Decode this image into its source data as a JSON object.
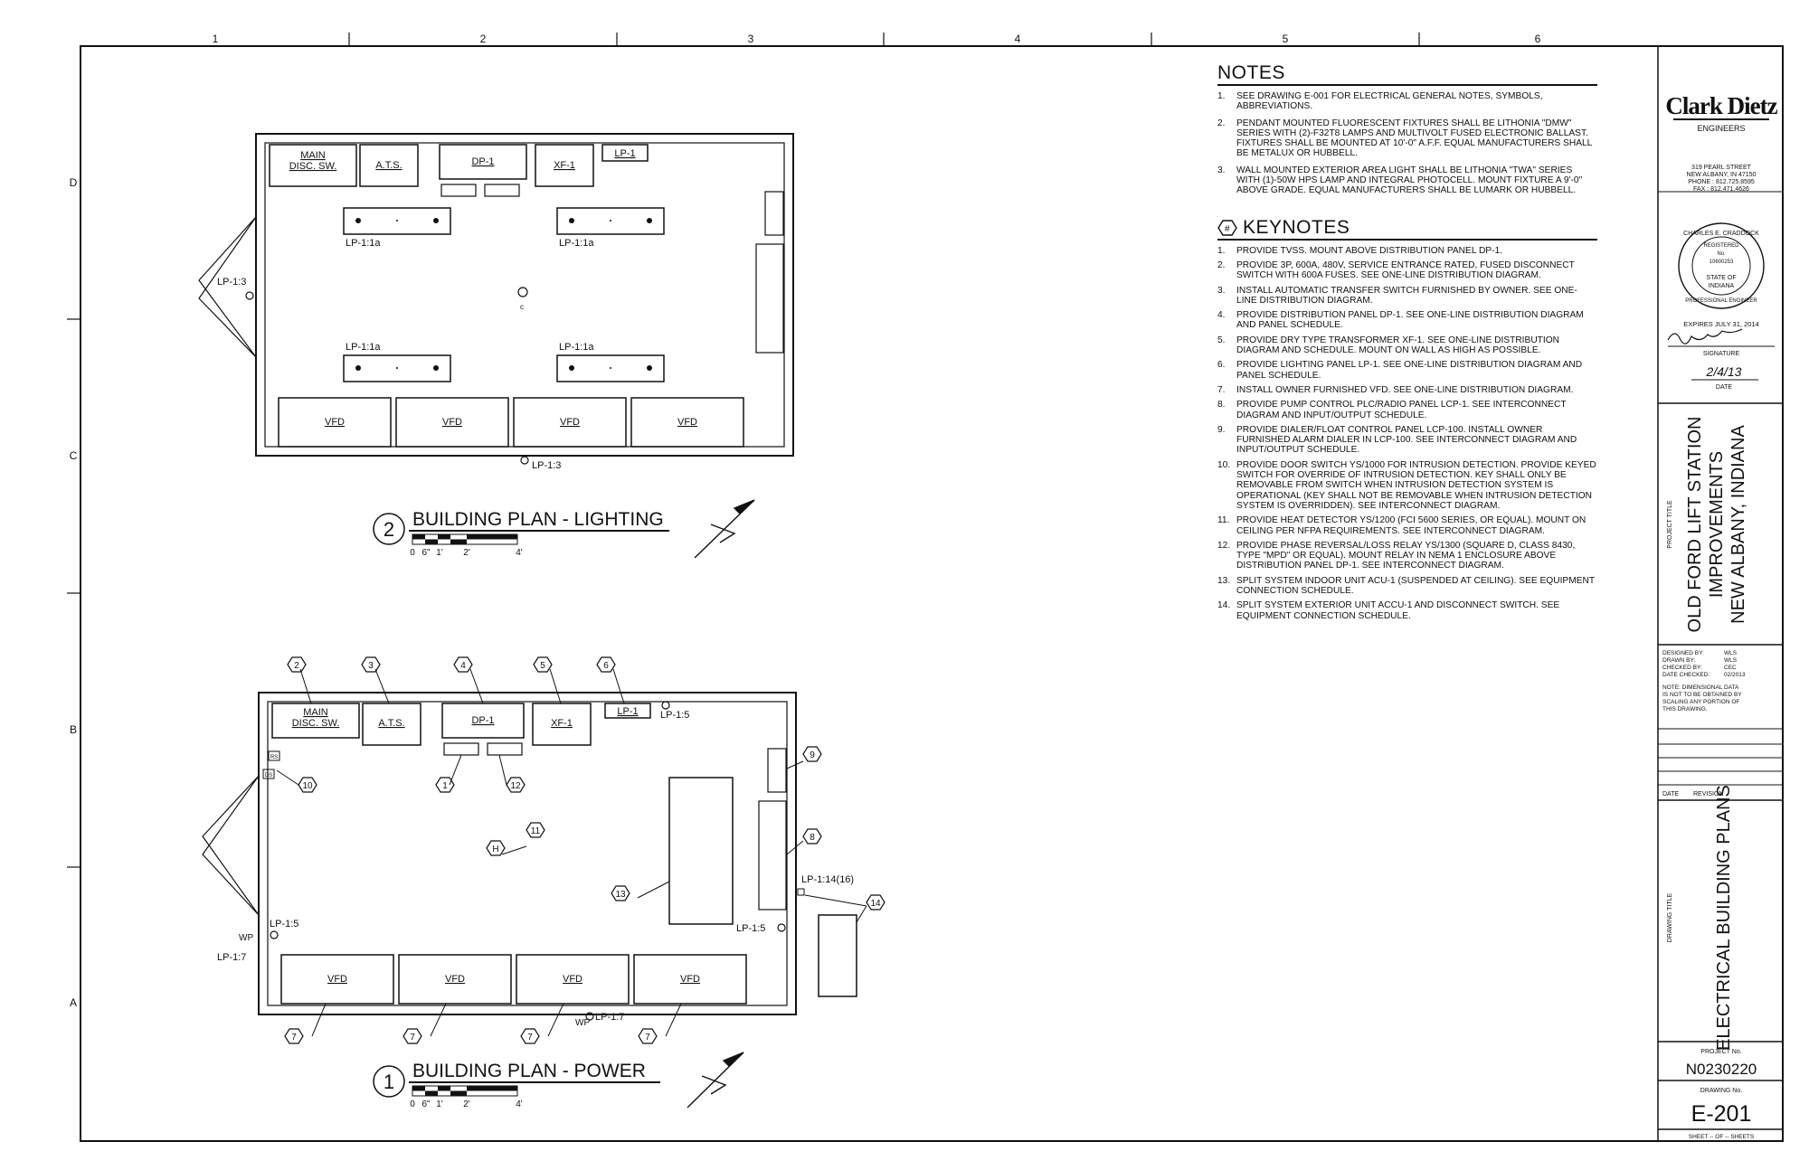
{
  "grid": {
    "columns": [
      "1",
      "2",
      "3",
      "4",
      "5",
      "6"
    ],
    "rows": [
      "D",
      "C",
      "B",
      "A"
    ]
  },
  "plan_lighting": {
    "number": "2",
    "title": "BUILDING PLAN - LIGHTING",
    "scale_labels": [
      "0",
      "6\"",
      "1'",
      "2'",
      "4'"
    ],
    "equipment": [
      "MAIN\nDISC. SW.",
      "A.T.S.",
      "DP-1",
      "XF-1",
      "LP-1"
    ],
    "vfd_label": "VFD",
    "fixture_label": "LP-1:1a",
    "circuit_door": "LP-1:3",
    "circuit_bottom": "LP-1:3",
    "center_mark": "c"
  },
  "plan_power": {
    "number": "1",
    "title": "BUILDING PLAN - POWER",
    "scale_labels": [
      "0",
      "6\"",
      "1'",
      "2'",
      "4'"
    ],
    "equipment": [
      "MAIN\nDISC. SW.",
      "A.T.S.",
      "DP-1",
      "XF-1",
      "LP-1"
    ],
    "vfd_label": "VFD",
    "keynote_tags": [
      "2",
      "3",
      "4",
      "5",
      "6",
      "10",
      "1",
      "12",
      "11",
      "9",
      "8",
      "13",
      "14",
      "7",
      "7",
      "7",
      "7"
    ],
    "heat_detector": "H",
    "small_boxes": [
      "RS",
      "DS"
    ],
    "circuits": {
      "lp1_5_top": "LP-1:5",
      "lp1_14": "LP-1:14(16)",
      "lp1_5_right": "LP-1:5",
      "lp1_5_left": "LP-1:5",
      "wp_left": "WP",
      "lp1_7_left": "LP-1:7",
      "wp_bottom": "WP",
      "lp1_7_bottom": "LP-1:7"
    }
  },
  "notes": {
    "heading": "NOTES",
    "items": [
      {
        "num": "1.",
        "text": "SEE DRAWING E-001 FOR ELECTRICAL GENERAL NOTES, SYMBOLS, ABBREVIATIONS."
      },
      {
        "num": "2.",
        "text": "PENDANT MOUNTED FLUORESCENT FIXTURES SHALL BE LITHONIA \"DMW\" SERIES WITH (2)-F32T8 LAMPS AND MULTIVOLT FUSED ELECTRONIC BALLAST. FIXTURES SHALL BE MOUNTED AT 10'-0\" A.F.F. EQUAL MANUFACTURERS SHALL BE METALUX OR HUBBELL."
      },
      {
        "num": "3.",
        "text": "WALL MOUNTED EXTERIOR AREA LIGHT SHALL BE LITHONIA \"TWA\" SERIES WITH (1)-50W HPS LAMP AND INTEGRAL PHOTOCELL. MOUNT FIXTURE A 9'-0\" ABOVE GRADE. EQUAL MANUFACTURERS SHALL BE LUMARK OR HUBBELL."
      }
    ]
  },
  "keynotes": {
    "symbol": "#",
    "heading": "KEYNOTES",
    "items": [
      {
        "num": "1.",
        "text": "PROVIDE TVSS. MOUNT ABOVE DISTRIBUTION PANEL DP-1."
      },
      {
        "num": "2.",
        "text": "PROVIDE 3P, 600A, 480V, SERVICE ENTRANCE RATED, FUSED DISCONNECT SWITCH WITH 600A FUSES. SEE ONE-LINE DISTRIBUTION DIAGRAM."
      },
      {
        "num": "3.",
        "text": "INSTALL AUTOMATIC TRANSFER SWITCH FURNISHED BY OWNER. SEE ONE-LINE DISTRIBUTION DIAGRAM."
      },
      {
        "num": "4.",
        "text": "PROVIDE DISTRIBUTION PANEL DP-1. SEE ONE-LINE DISTRIBUTION DIAGRAM AND PANEL SCHEDULE."
      },
      {
        "num": "5.",
        "text": "PROVIDE DRY TYPE TRANSFORMER XF-1. SEE ONE-LINE DISTRIBUTION DIAGRAM AND SCHEDULE. MOUNT ON WALL AS HIGH AS POSSIBLE."
      },
      {
        "num": "6.",
        "text": "PROVIDE LIGHTING PANEL LP-1. SEE ONE-LINE DISTRIBUTION DIAGRAM AND PANEL SCHEDULE."
      },
      {
        "num": "7.",
        "text": "INSTALL OWNER FURNISHED VFD. SEE ONE-LINE DISTRIBUTION DIAGRAM."
      },
      {
        "num": "8.",
        "text": "PROVIDE PUMP CONTROL PLC/RADIO PANEL LCP-1. SEE INTERCONNECT DIAGRAM AND INPUT/OUTPUT SCHEDULE."
      },
      {
        "num": "9.",
        "text": "PROVIDE DIALER/FLOAT CONTROL PANEL LCP-100. INSTALL OWNER FURNISHED ALARM DIALER IN LCP-100. SEE INTERCONNECT DIAGRAM AND INPUT/OUTPUT SCHEDULE."
      },
      {
        "num": "10.",
        "text": "PROVIDE DOOR SWITCH YS/1000 FOR INTRUSION DETECTION. PROVIDE KEYED SWITCH FOR OVERRIDE OF INTRUSION DETECTION. KEY SHALL ONLY BE REMOVABLE FROM SWITCH WHEN INTRUSION DETECTION SYSTEM IS OPERATIONAL (KEY SHALL NOT BE REMOVABLE WHEN INTRUSION DETECTION SYSTEM IS OVERRIDDEN). SEE INTERCONNECT DIAGRAM."
      },
      {
        "num": "11.",
        "text": "PROVIDE HEAT DETECTOR YS/1200 (FCI 5600 SERIES, OR EQUAL). MOUNT ON CEILING PER NFPA REQUIREMENTS. SEE INTERCONNECT DIAGRAM."
      },
      {
        "num": "12.",
        "text": "PROVIDE PHASE REVERSAL/LOSS RELAY YS/1300 (SQUARE D, CLASS 8430, TYPE \"MPD\" OR EQUAL). MOUNT RELAY IN NEMA 1 ENCLOSURE ABOVE DISTRIBUTION PANEL DP-1. SEE INTERCONNECT DIAGRAM."
      },
      {
        "num": "13.",
        "text": "SPLIT SYSTEM INDOOR UNIT ACU-1 (SUSPENDED AT CEILING). SEE EQUIPMENT CONNECTION SCHEDULE."
      },
      {
        "num": "14.",
        "text": "SPLIT SYSTEM EXTERIOR UNIT ACCU-1 AND DISCONNECT SWITCH. SEE EQUIPMENT CONNECTION SCHEDULE."
      }
    ]
  },
  "title_block": {
    "firm_name": "Clark Dietz",
    "firm_sub": "ENGINEERS",
    "address": [
      "319 PEARL STREET",
      "NEW ALBANY, IN 47150",
      "PHONE : 812.725.8595",
      "FAX : 812.471.4626"
    ],
    "seal": {
      "top_text": "CHARLES E. CRADDOCK",
      "reg_label": "REGISTERED",
      "no_label": "No.",
      "number": "10600253",
      "state_1": "STATE OF",
      "state_2": "INDIANA",
      "bottom_text": "PROFESSIONAL ENGINEER"
    },
    "expires": "EXPIRES JULY 31, 2014",
    "signature_script": "Charles Craddock",
    "signature_label": "SIGNATURE",
    "date_value": "2/4/13",
    "date_label": "DATE",
    "project_title_label": "PROJECT TITLE",
    "project_title": [
      "OLD FORD LIFT STATION",
      "IMPROVEMENTS",
      "NEW ALBANY, INDIANA"
    ],
    "credits": [
      {
        "label": "DESIGNED BY:",
        "value": "WLS"
      },
      {
        "label": "DRAWN BY:",
        "value": "WLS"
      },
      {
        "label": "CHECKED BY:",
        "value": "CEC"
      },
      {
        "label": "DATE CHECKED:",
        "value": "02/2013"
      }
    ],
    "disclaimer": [
      "NOTE: DIMENSIONAL DATA",
      "IS NOT TO BE OBTAINED BY",
      "SCALING ANY PORTION OF",
      "THIS DRAWING."
    ],
    "revision_date_label": "DATE",
    "revision_label": "REVISION",
    "drawing_title_label": "DRAWING TITLE",
    "drawing_title": "ELECTRICAL BUILDING PLANS",
    "project_no_label": "PROJECT No.",
    "project_no": "N0230220",
    "drawing_no_label": "DRAWING No.",
    "drawing_no": "E-201",
    "sheet_line": "SHEET -- OF -- SHEETS"
  }
}
